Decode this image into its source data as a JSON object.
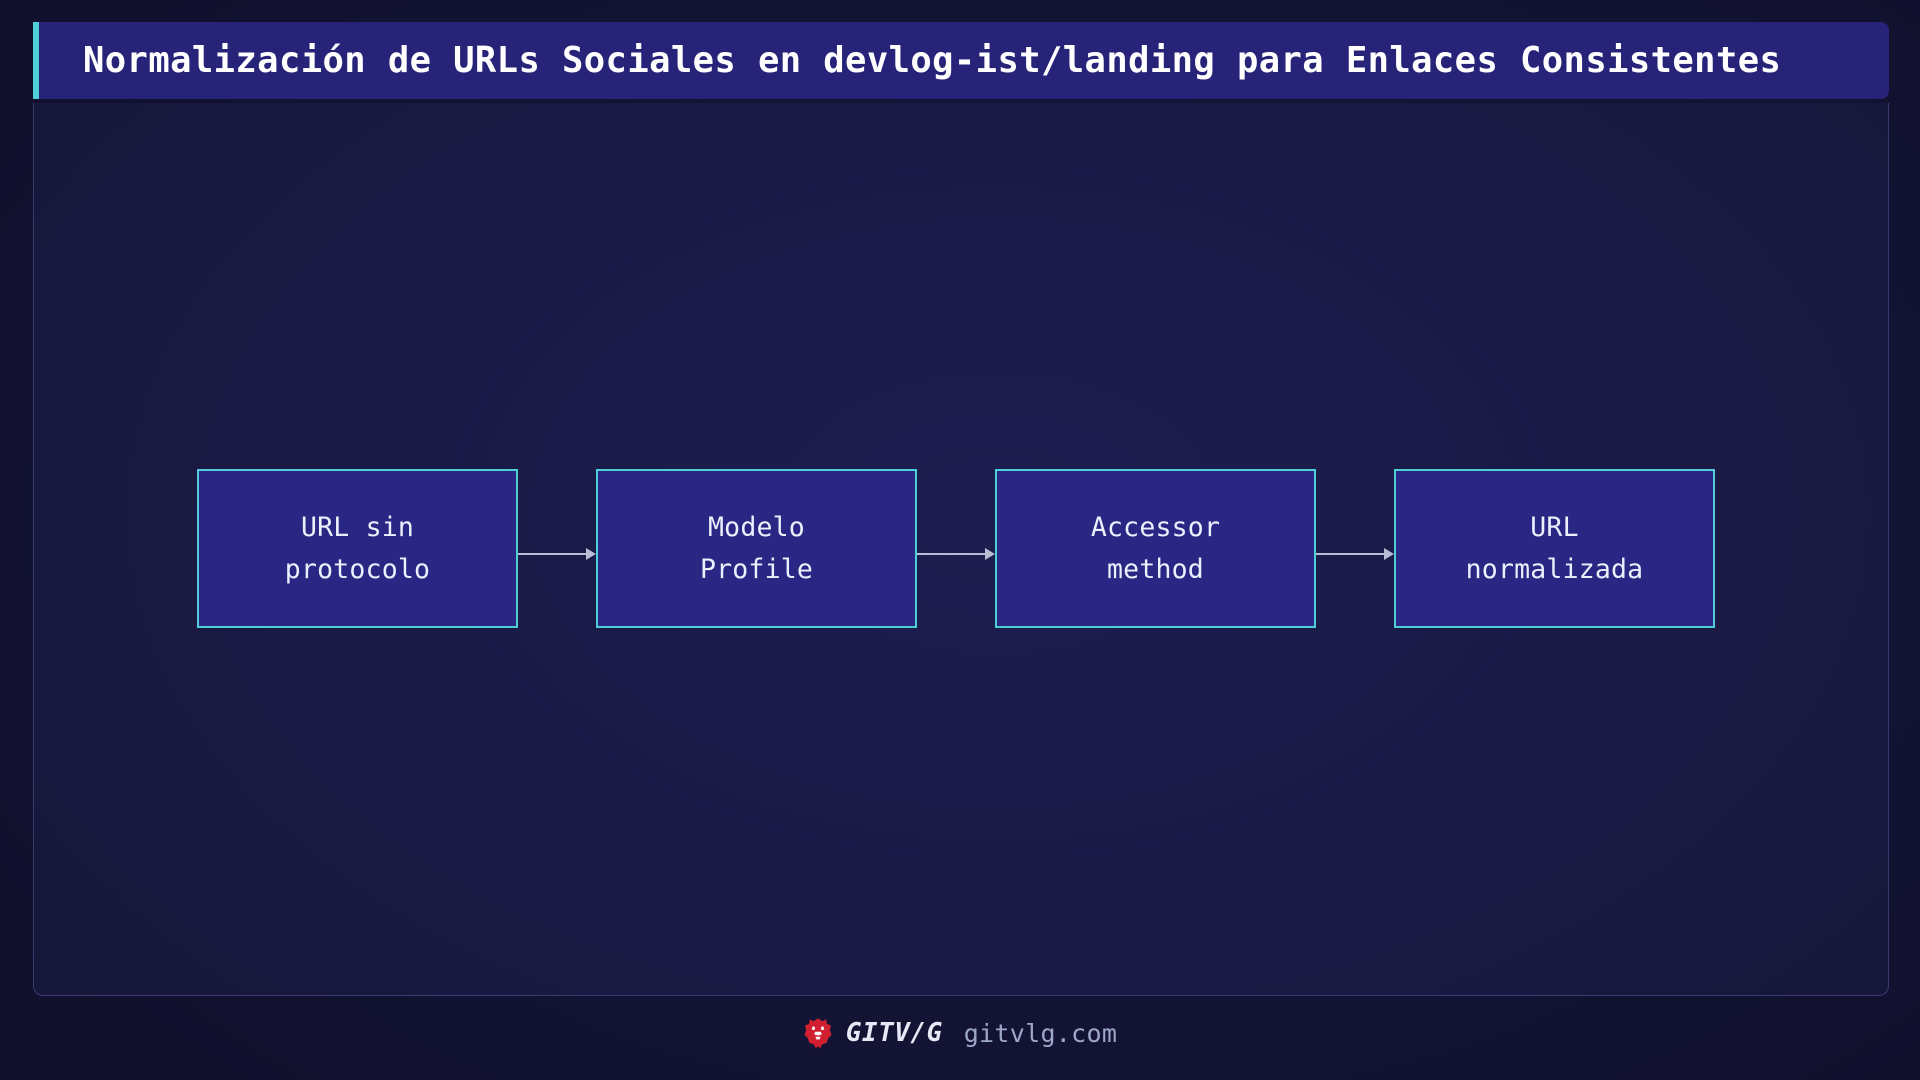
{
  "slide": {
    "title": "Normalización de URLs Sociales en devlog-ist/landing para Enlaces Consistentes",
    "accent_color": "#4ecfd6",
    "title_bar_color": "#272379",
    "background_color": "#141436",
    "panel_color": "#1c1c4c"
  },
  "chart_data": {
    "type": "diagram",
    "subtype": "horizontal-flow",
    "title": "Normalización de URLs Sociales en devlog-ist/landing para Enlaces Consistentes",
    "nodes": [
      {
        "id": "n0",
        "lines": [
          "URL sin",
          "protocolo"
        ],
        "fill": "#292783",
        "stroke": "#4ecfd6"
      },
      {
        "id": "n1",
        "lines": [
          "Modelo",
          "Profile"
        ],
        "fill": "#292783",
        "stroke": "#4ecfd6"
      },
      {
        "id": "n2",
        "lines": [
          "Accessor",
          "method"
        ],
        "fill": "#292783",
        "stroke": "#4ecfd6"
      },
      {
        "id": "n3",
        "lines": [
          "URL",
          "normalizada"
        ],
        "fill": "#292783",
        "stroke": "#4ecfd6"
      }
    ],
    "edges": [
      {
        "from": "n0",
        "to": "n1",
        "label": "",
        "style": "solid-arrow",
        "color": "#b9bcd4"
      },
      {
        "from": "n1",
        "to": "n2",
        "label": "",
        "style": "solid-arrow",
        "color": "#b9bcd4"
      },
      {
        "from": "n2",
        "to": "n3",
        "label": "",
        "style": "solid-arrow",
        "color": "#b9bcd4"
      }
    ],
    "legend": [],
    "grid": false
  },
  "footer": {
    "logo_icon": "lion-head-icon",
    "logo_color": "#d0202f",
    "brand": "GITV/G",
    "url": "gitvlg.com"
  }
}
